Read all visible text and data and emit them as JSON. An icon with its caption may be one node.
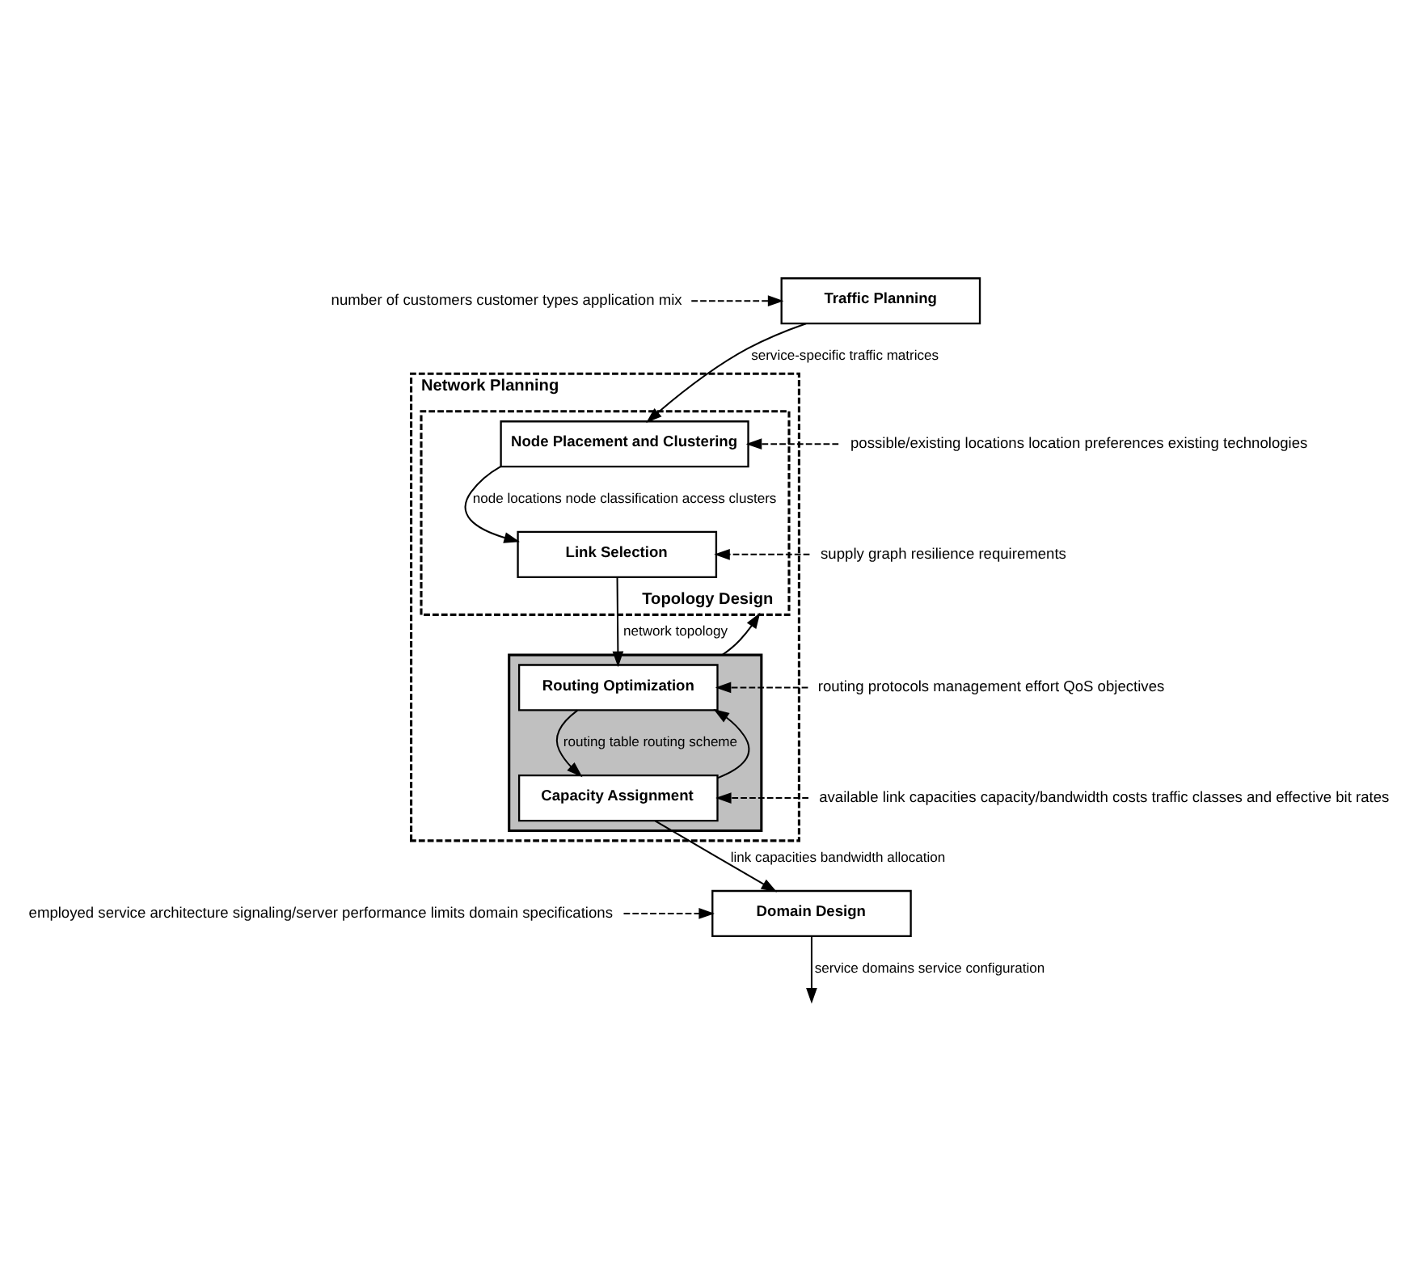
{
  "diagram": {
    "nodes": [
      {
        "text": [
          "number of customers customer types application mix"
        ]
      },
      {
        "text": [
          "Traffic Planning"
        ]
      },
      {
        "text": [
          "Network Planning"
        ]
      },
      {
        "text": [
          "Topology Design"
        ],
        "in": 2
      },
      {
        "text": [
          "possible/existing locations location preferences existing technologies"
        ]
      },
      {
        "text": [
          "Node Placement and Clustering"
        ],
        "in": 3
      },
      {
        "text": [
          "supply graph resilience requirements"
        ]
      },
      {
        "text": [
          "Link Selection"
        ],
        "in": 3
      },
      {
        "text": [],
        "shape": "box",
        "in": 2
      },
      {
        "text": [
          "routing protocols management effort QoS objectives"
        ]
      },
      {
        "text": [
          "Routing Optimization"
        ],
        "in": 8
      },
      {
        "text": [
          "available link capacities capacity/bandwidth costs traffic classes and effective bit rates"
        ]
      },
      {
        "text": [
          "Capacity Assignment"
        ],
        "in": 8
      },
      {
        "text": [
          "employed service architecture signaling/server performance limits domain specifications"
        ]
      },
      {
        "text": [
          "Domain Design"
        ]
      }
    ],
    "edges": [
      {
        "from": 0,
        "to": 1,
        "arrow": "to",
        "style": "dashed"
      },
      {
        "from": 1,
        "to": 5,
        "arrow": "to",
        "label": "service-specific traffic matrices"
      },
      {
        "from": 4,
        "to": 5,
        "arrow": "to",
        "style": "dashed"
      },
      {
        "from": 5,
        "to": 7,
        "arrow": "to",
        "label": "node locations node classification access clusters"
      },
      {
        "from": 6,
        "to": 7,
        "arrow": "to",
        "style": "dashed"
      },
      {
        "from": 7,
        "to": 10,
        "arrow": "to",
        "label": "network topology"
      },
      {
        "from": 9,
        "to": 10,
        "arrow": "to",
        "style": "dashed"
      },
      {
        "from": 10,
        "to": 12,
        "arrow": "to",
        "label": "routing table routing scheme"
      },
      {
        "from": 11,
        "to": 12,
        "arrow": "to",
        "style": "dashed"
      },
      {
        "from": 12,
        "to": 10,
        "arrow": "to"
      },
      {
        "from": 8,
        "to": 3,
        "arrow": "to"
      },
      {
        "from": 12,
        "to": 14,
        "arrow": "to",
        "label": "link capacities bandwidth allocation"
      },
      {
        "from": 13,
        "to": 14,
        "arrow": "to",
        "style": "dashed"
      },
      {
        "from": 14,
        "to": null,
        "arrow": "to",
        "label": "service domains service configuration"
      }
    ]
  }
}
